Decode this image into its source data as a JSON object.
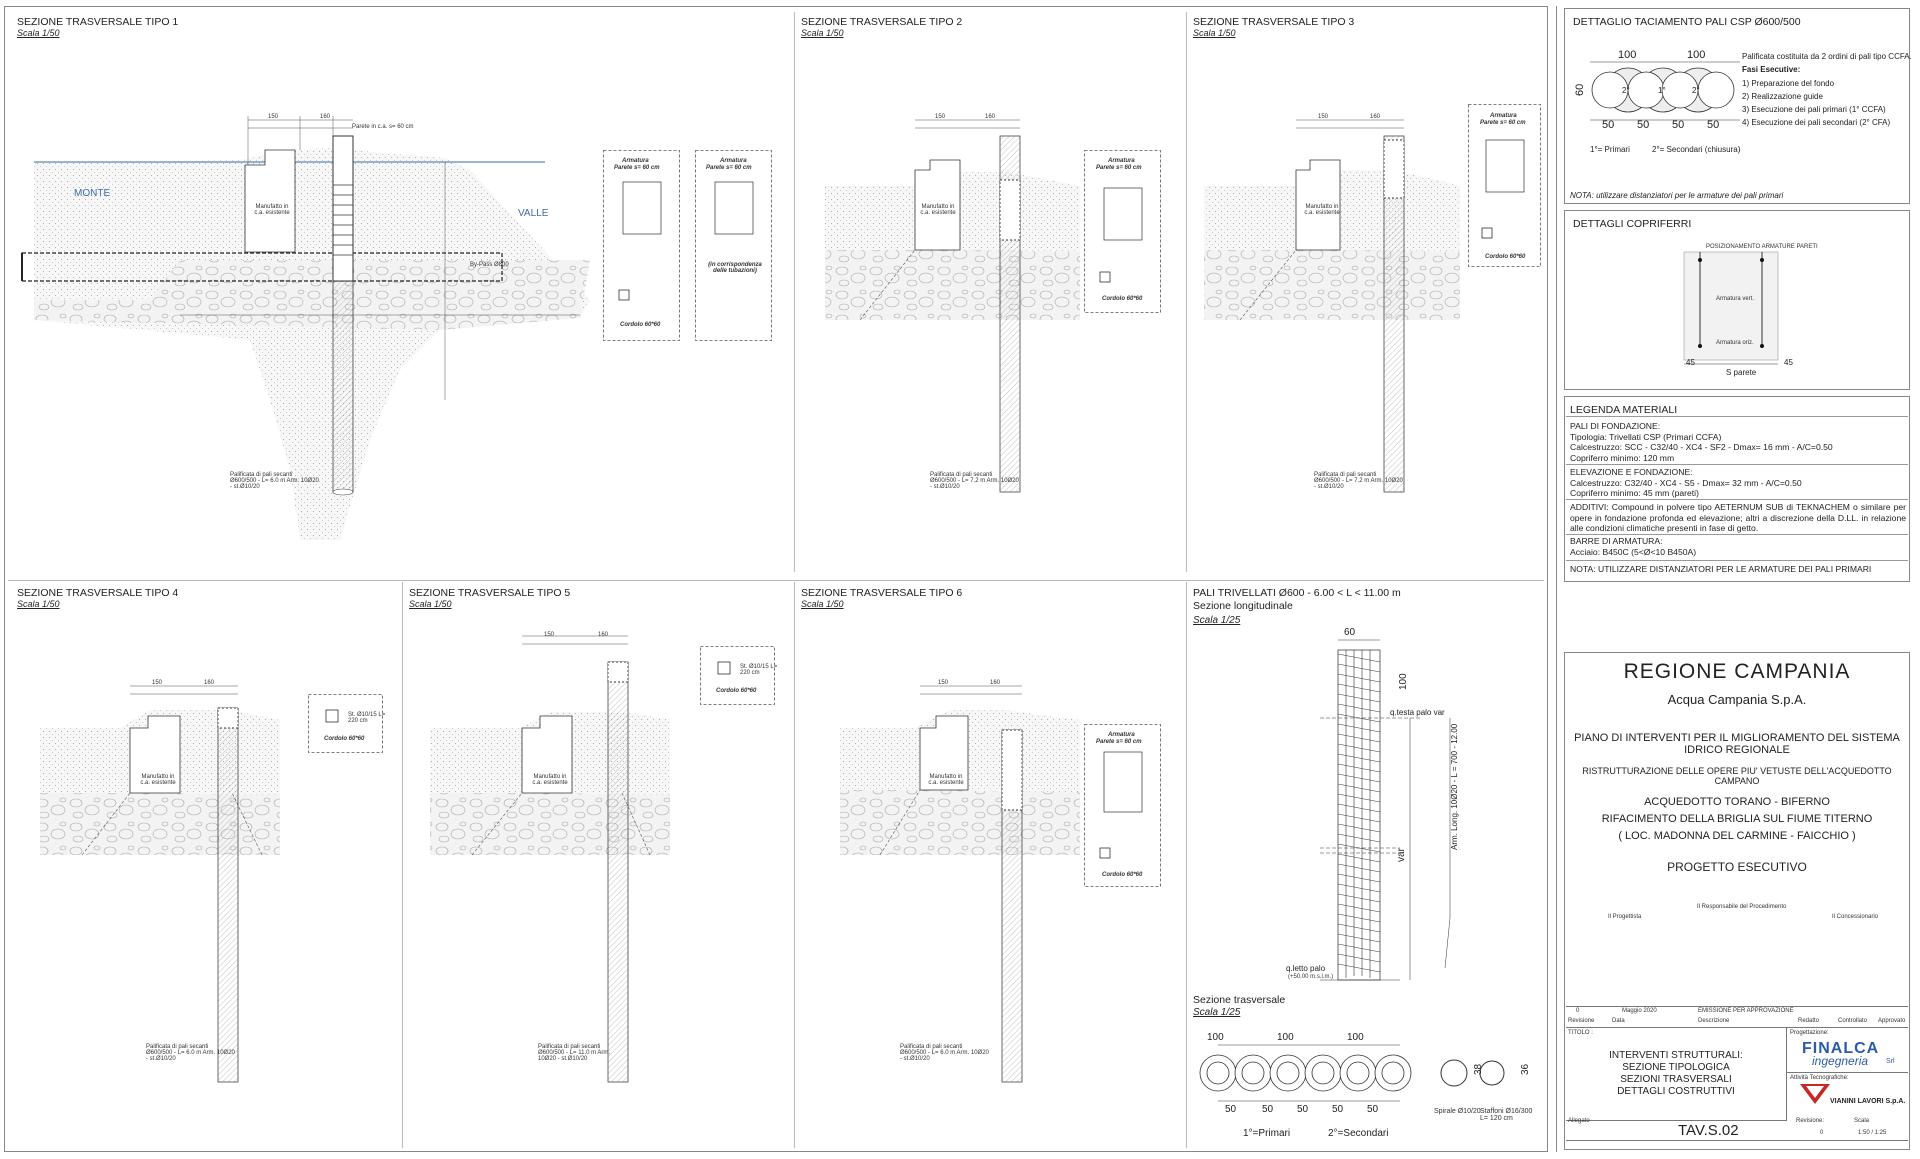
{
  "sections": {
    "tipo1": {
      "title": "SEZIONE TRASVERSALE TIPO 1",
      "scale": "Scala 1/50"
    },
    "tipo2": {
      "title": "SEZIONE TRASVERSALE TIPO 2",
      "scale": "Scala 1/50"
    },
    "tipo3": {
      "title": "SEZIONE TRASVERSALE TIPO 3",
      "scale": "Scala 1/50"
    },
    "tipo4": {
      "title": "SEZIONE TRASVERSALE TIPO 4",
      "scale": "Scala 1/50"
    },
    "tipo5": {
      "title": "SEZIONE TRASVERSALE TIPO 5",
      "scale": "Scala 1/50"
    },
    "tipo6": {
      "title": "SEZIONE TRASVERSALE TIPO 6",
      "scale": "Scala 1/50"
    },
    "pali": {
      "title": "PALI TRIVELLATI Ø600 - 6.00 < L < 11.00 m",
      "subtitle": "Sezione longitudinale",
      "scale": "Scala 1/25"
    },
    "sez_trasv": {
      "title": "Sezione trasversale",
      "scale": "Scala 1/25"
    }
  },
  "labels": {
    "monte": "MONTE",
    "valle": "VALLE",
    "manufatto": "Manufatto in c.a. esistente",
    "parete": "Parete in c.a. s= 60 cm",
    "bypass": "By-Pass Ø800",
    "palificata1": "Palificata di pali secanti Ø600/500 - L= 6.0 m Arm. 10Ø20 - st.Ø10/20",
    "palificata2": "Palificata di pali secanti Ø600/500 - L= 7.2 m Arm. 10Ø20 - st.Ø10/20",
    "palificata4": "Palificata di pali secanti Ø600/500 - L= 6.0 m Arm. 10Ø20 - st.Ø10/20",
    "palificata5": "Palificata di pali secanti Ø600/500 - L= 11.0 m Arm. 10Ø20 - st.Ø10/20",
    "armatura": "Armatura",
    "parete_s": "Parete s= 60 cm",
    "cordolo": "Cordolo 60*60",
    "in_corrispondenza": "(in corrispondenza delle tubazioni)",
    "staffe": "St. Ø10/15 L= 220 cm",
    "dim_150": "150",
    "dim_160": "160",
    "dim_50": "50",
    "dim_100": "100",
    "dim_60": "60",
    "q_testa": "q.testa palo var",
    "q_letto": "q.letto palo",
    "q_letto_sub": "(+50.00 m.s.l.m.)",
    "arm_long": "Arm. Long. 10Ø20 - L = 700 - 12.00",
    "var": "var",
    "dim_36": "36",
    "dim_38": "38",
    "spirale": "Spirale Ø10/20",
    "staffoni": "Staffoni Ø16/300 L= 120 cm",
    "primari": "1°=Primari",
    "secondari": "2°=Secondari",
    "p1": "1°",
    "p2": "2°"
  },
  "dettaglio_taciamento": {
    "title": "DETTAGLIO TACIAMENTO PALI CSP Ø600/500",
    "desc": "Palificata costituita da 2 ordini di pali tipo CCFA.",
    "fasi_title": "Fasi Esecutive:",
    "fasi": [
      "1)  Preparazione del fondo",
      "2)  Realizzazione guide",
      "3)  Esecuzione dei pali primari (1° CCFA)",
      "4)  Esecuzione dei pali secondari (2° CFA)"
    ],
    "primari": "1°= Primari",
    "secondari": "2°= Secondari (chiusura)",
    "nota": "NOTA: utilizzare distanziatori per le armature dei pali primari"
  },
  "copriferri": {
    "title": "DETTAGLI COPRIFERRI",
    "pos": "POSIZIONAMENTO ARMATURE PARETI",
    "vert": "Armatura vert.",
    "oriz": "Armatura oriz.",
    "d45": "45",
    "sparete": "S parete"
  },
  "legenda": {
    "title": "LEGENDA MATERIALI",
    "blocks": [
      [
        "PALI DI FONDAZIONE:",
        "Tipologia: Trivellati CSP (Primari CCFA)",
        "Calcestruzzo: SCC - C32/40 - XC4 - SF2 - Dmax= 16 mm - A/C=0.50",
        "Copriferro minimo: 120 mm"
      ],
      [
        "ELEVAZIONE E FONDAZIONE:",
        "Calcestruzzo: C32/40 - XC4 - S5  - Dmax= 32 mm - A/C=0.50",
        "Copriferro minimo: 45 mm (pareti)"
      ],
      [
        "ADDITIVI: Compound in polvere tipo AETERNUM SUB di TEKNACHEM o similare per opere in fondazione profonda ed elevazione; altri a discrezione della D.LL. in relazione alle condizioni climatiche presenti in fase di getto."
      ],
      [
        "BARRE DI ARMATURA:",
        "Acciaio: B450C  (5<Ø<10  B450A)"
      ],
      [
        "NOTA: UTILIZZARE DISTANZIATORI PER LE ARMATURE DEI PALI PRIMARI"
      ]
    ]
  },
  "title_block": {
    "ente": "REGIONE CAMPANIA",
    "societa": "Acqua Campania S.p.A.",
    "piano": "PIANO DI INTERVENTI PER IL MIGLIORAMENTO DEL SISTEMA IDRICO REGIONALE",
    "ristrutt": "RISTRUTTURAZIONE DELLE OPERE PIU' VETUSTE DELL'ACQUEDOTTO CAMPANO",
    "acq1": "ACQUEDOTTO TORANO - BIFERNO",
    "acq2": "RIFACIMENTO DELLA BRIGLIA SUL FIUME TITERNO",
    "acq3": "( LOC. MADONNA DEL CARMINE - FAICCHIO )",
    "progetto": "PROGETTO ESECUTIVO",
    "progettista": "Il Progettista",
    "responsabile": "Il Responsabile del Procedimento",
    "concessionario": "Il Concessionario",
    "rev_num": "0",
    "rev_date": "Maggio 2020",
    "rev_desc": "EMISSIONE PER APPROVAZIONE",
    "hdr": [
      "Revisione",
      "Data",
      "Descrizione",
      "Redatto",
      "Controllato",
      "Approvato"
    ],
    "titolo_lbl": "TITOLO :",
    "titolo": [
      "INTERVENTI STRUTTURALI:",
      "SEZIONE TIPOLOGICA",
      "SEZIONI TRASVERSALI",
      "DETTAGLI COSTRUTTIVI"
    ],
    "progettazione": "Progettazione:",
    "finalca1": "FINALCA",
    "finalca2": "ingegneria",
    "finalca3": "Srl",
    "attivita": "Attività Tecnografiche:",
    "vianini": "VIANINI LAVORI S.p.A.",
    "allegato": "Allegato",
    "tav": "TAV.S.02",
    "revisione": "Revisione:",
    "rev_val": "0",
    "scala": "Scala",
    "scala_val": "1:50 / 1:25"
  },
  "colors": {
    "water": "#3a6ea5",
    "line": "#333333",
    "accent_red": "#c62828",
    "finalca": "#2a5ca8"
  }
}
